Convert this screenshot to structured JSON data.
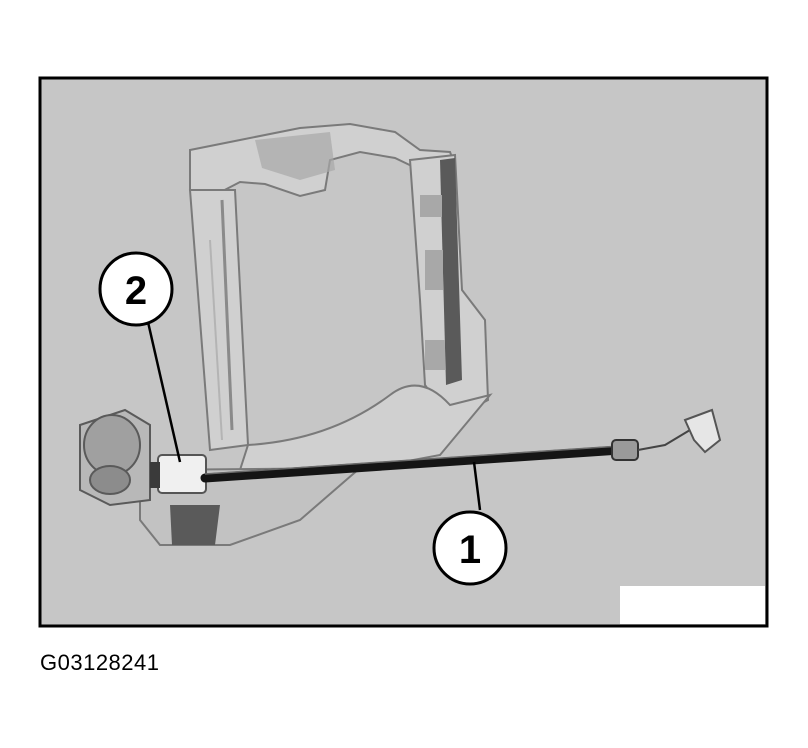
{
  "figure": {
    "callouts": [
      {
        "id": "1",
        "label": "1"
      },
      {
        "id": "2",
        "label": "2"
      }
    ],
    "figure_code": "G03128241"
  },
  "colors": {
    "frame_background": "#c6c6c6",
    "part_light": "#d0d0d0",
    "part_mid": "#a8a8a8",
    "part_dark": "#5a5a5a",
    "cable": "#151515",
    "border": "#000000"
  }
}
